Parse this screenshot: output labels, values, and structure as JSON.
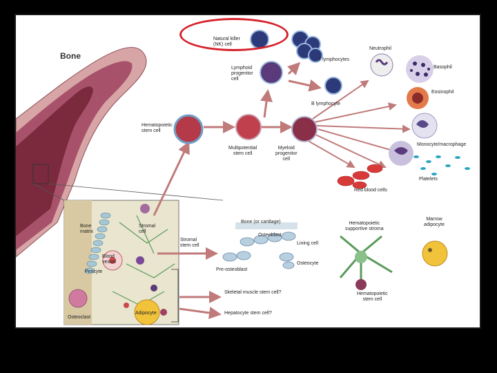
{
  "slide": {
    "title": "Bone",
    "labels": {
      "nk_cell": "Natural killer\n(NK) cell",
      "t_lymphocytes": "T lymphocytes",
      "lymphoid_progenitor": "Lymphoid\nprogenitor\ncell",
      "b_lymphocyte": "B lymphocyte",
      "hematopoietic_stem": "Hematopoietic\nstem cell",
      "multipotential_stem": "Multipotential\nstem cell",
      "myeloid_progenitor": "Myeloid\nprogenitor\ncell",
      "neutrophil": "Neutrophil",
      "basophil": "Basophil",
      "eosinophil": "Eosinophil",
      "monocyte": "Monocyte/macrophage",
      "platelets": "Platelets",
      "red_blood_cells": "Red blood cells",
      "bone_matrix": "Bone\nmatrix",
      "stromal_cell_inset": "Stromal\ncell",
      "blood_vessel": "Blood\nvessel",
      "pericyte": "Pericyte",
      "osteoclast": "Osteoclast",
      "adipocyte_inset": "Adipocyte",
      "stromal_stem": "Stromal\nstem cell",
      "bone_cartilage": "Bone (or cartilage)",
      "osteoblast": "Osteoblast",
      "lining_cell": "Lining cell",
      "osteocyte": "Osteocyte",
      "pre_osteoblast": "Pre-osteoblast",
      "skeletal_muscle": "Skeletal muscle stem cell?",
      "hepatocyte": "Hepatocyte stem cell?",
      "supportive_stroma": "Hematopoietic\nsupportive stroma",
      "marrow_adipocyte": "Marrow\nadipocyte",
      "hsc_lower": "Hematopoietic\nstem cell"
    }
  },
  "colors": {
    "highlight": "#d6202a",
    "bone": "#a7526a",
    "marrow": "#7a2a3c",
    "arrow": "#c07a7a",
    "stem_cell": "#b43a4a"
  }
}
